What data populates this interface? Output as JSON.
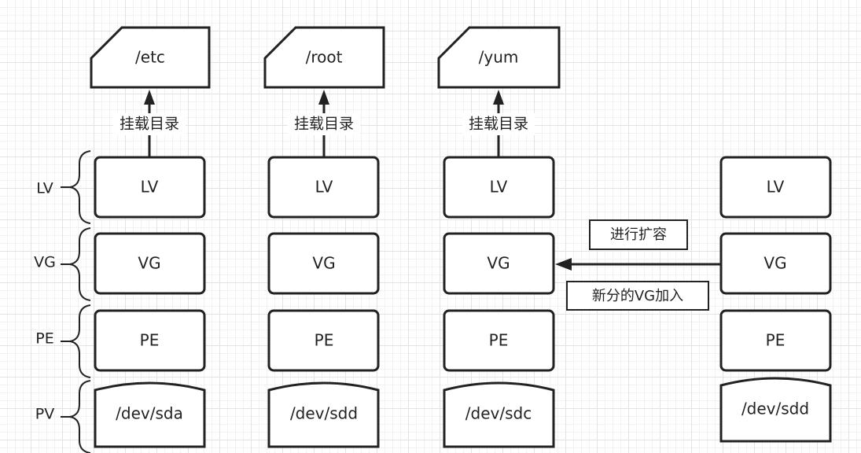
{
  "side_labels": [
    "LV",
    "VG",
    "PE",
    "PV"
  ],
  "mount_label": "挂载目录",
  "columns": [
    {
      "mount": "/etc",
      "lv": "LV",
      "vg": "VG",
      "pe": "PE",
      "pv": "/dev/sda"
    },
    {
      "mount": "/root",
      "lv": "LV",
      "vg": "VG",
      "pe": "PE",
      "pv": "/dev/sdd"
    },
    {
      "mount": "/yum",
      "lv": "LV",
      "vg": "VG",
      "pe": "PE",
      "pv": "/dev/sdc"
    },
    {
      "lv": "LV",
      "vg": "VG",
      "pe": "PE",
      "pv": "/dev/sdd"
    }
  ],
  "notes": {
    "expand": "进行扩容",
    "new_vg": "新分的VG加入"
  }
}
